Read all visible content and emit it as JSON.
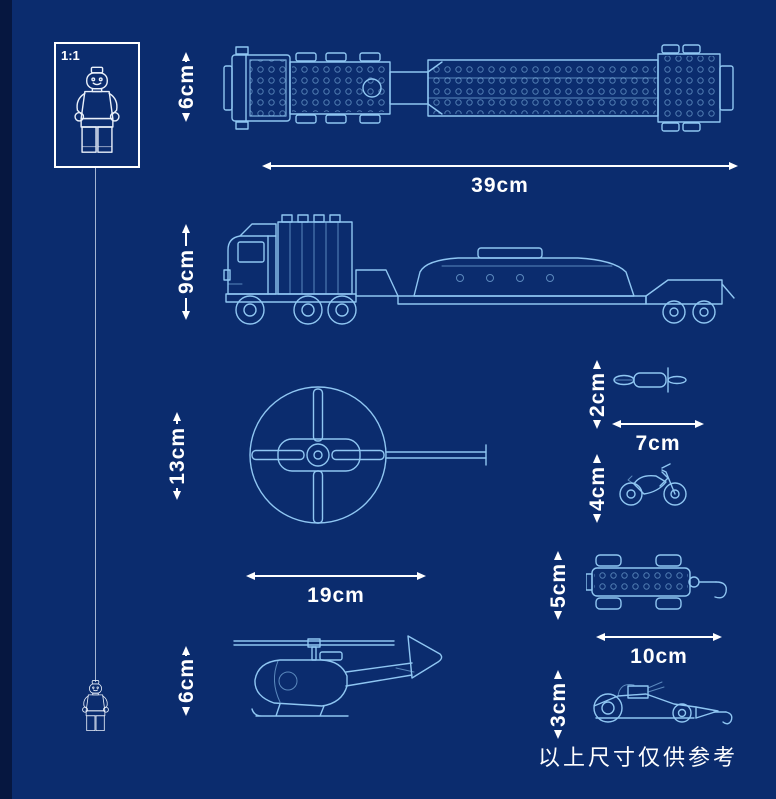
{
  "page": {
    "bg_color": "#0b2c6e",
    "edge_color": "#061740",
    "line_color": "#8fc6f2",
    "text_color": "#ffffff",
    "footer_note": "以上尺寸仅供参考"
  },
  "scale_reference": {
    "label": "1:1"
  },
  "dimensions": {
    "truck_top_height": "6cm",
    "truck_length": "39cm",
    "truck_side_height": "9cm",
    "rotor_diameter": "13cm",
    "motorcycle_top_height": "2cm",
    "motorcycle_length": "7cm",
    "motorcycle_side_height": "4cm",
    "helicopter_length": "19cm",
    "buggy_top_height": "5cm",
    "buggy_length": "10cm",
    "helicopter_side_height": "6cm",
    "racer_side_height": "3cm"
  }
}
